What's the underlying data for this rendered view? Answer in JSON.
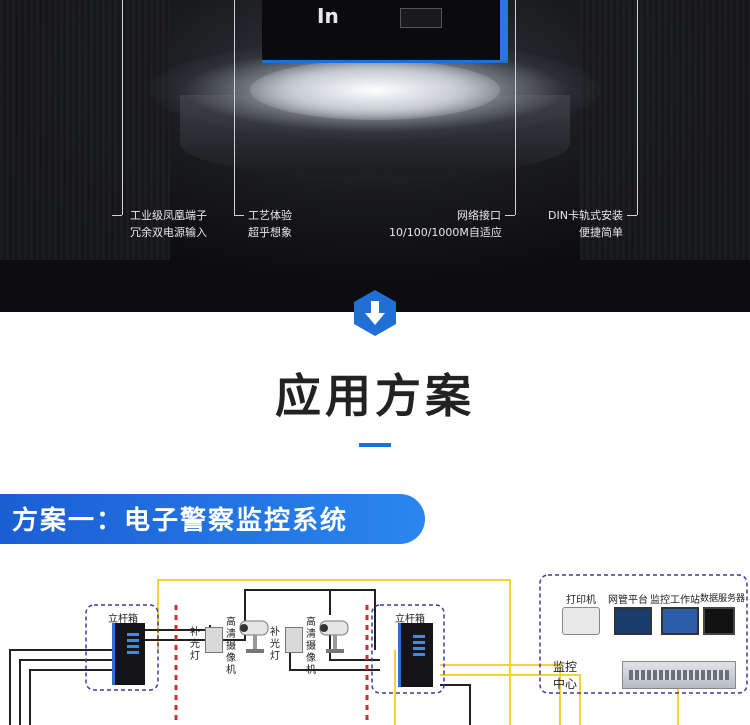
{
  "hero": {
    "device_text": "In",
    "callouts": [
      {
        "line1": "工业级凤凰端子",
        "line2": "冗余双电源输入"
      },
      {
        "line1": "工艺体验",
        "line2": "超乎想象"
      },
      {
        "line1": "网络接口",
        "line2": "10/100/1000M自适应"
      },
      {
        "line1": "DIN卡轨式安装",
        "line2": "便捷简单"
      }
    ]
  },
  "section": {
    "title": "应用方案",
    "accent_color": "#1f6fd6"
  },
  "scheme": {
    "banner": "方案一：电子警察监控系统"
  },
  "diagram": {
    "cabinet_left": "立杆箱",
    "cabinet_right": "立杆箱",
    "fill_light_1": "补光灯",
    "camera_1": "高清摄像机",
    "fill_light_2": "补光灯",
    "camera_2": "高清摄像机",
    "center_label": "监控中心",
    "devices": [
      "打印机",
      "网管平台",
      "监控工作站",
      "数据服务器"
    ]
  }
}
